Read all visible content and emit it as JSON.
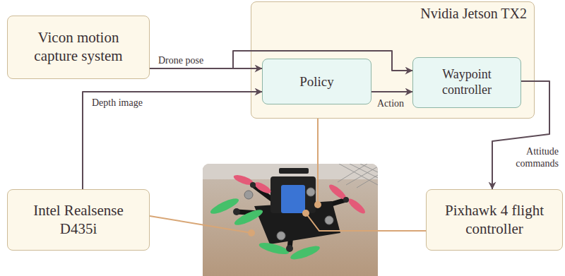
{
  "diagram": {
    "nodes": [
      {
        "text": [
          "Vicon motion capture system"
        ]
      },
      {
        "text": [
          "Nvidia Jetson TX2"
        ]
      },
      {
        "text": [
          "Policy"
        ],
        "in": 1
      },
      {
        "text": [
          "Waypoint controller"
        ],
        "in": 1
      },
      {
        "text": [
          "Intel Realsense D435i"
        ]
      },
      {
        "text": [
          "Pixhawk 4 flight controller"
        ]
      }
    ],
    "edges": [
      {
        "from": 0,
        "to": 2,
        "label": "Drone pose",
        "arrow": "to"
      },
      {
        "from": 0,
        "to": 3,
        "arrow": "to"
      },
      {
        "from": 4,
        "to": 2,
        "label": "Depth image",
        "arrow": "to"
      },
      {
        "from": 2,
        "to": 3,
        "label": "Action",
        "arrow": "to"
      },
      {
        "from": 3,
        "to": 5,
        "label": "Attitude commands",
        "arrow": "to"
      }
    ]
  }
}
